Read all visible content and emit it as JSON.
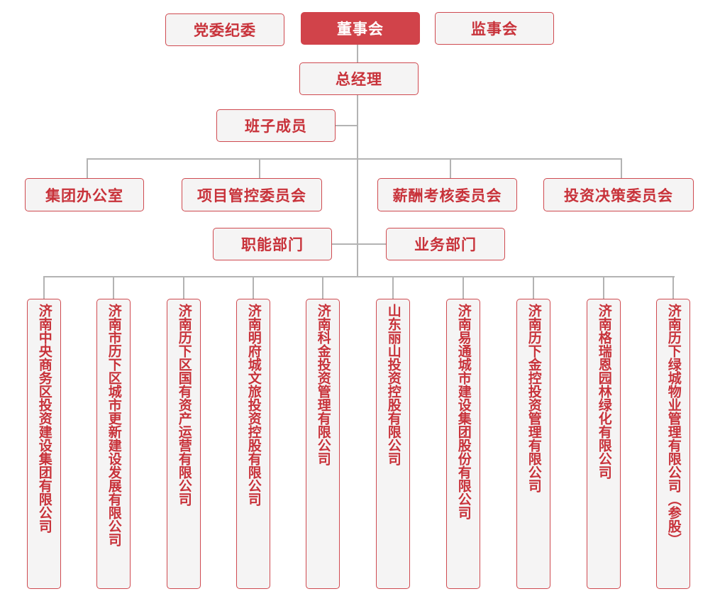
{
  "colors": {
    "accent": "#d1434a",
    "text": "#c8323a",
    "box_bg": "#f5f4f4",
    "connector": "#b3b3b3"
  },
  "top": {
    "party": "党委纪委",
    "board": "董事会",
    "supervisory": "监事会"
  },
  "gm": "总经理",
  "team": "班子成员",
  "committees": [
    "集团办公室",
    "项目管控委员会",
    "薪酬考核委员会",
    "投资决策委员会"
  ],
  "departments": {
    "functional": "职能部门",
    "business": "业务部门"
  },
  "companies": [
    "济南中央商务区投资建设集团有限公司",
    "济南市历下区城市更新建设发展有限公司",
    "济南历下区国有资产运营有限公司",
    "济南明府城文旅投资控股有限公司",
    "济南科金投资管理有限公司",
    "山东丽山投资控股有限公司",
    "济南易通城市建设集团股份有限公司",
    "济南历下金控投资管理有限公司",
    "济南格瑞恩园林绿化有限公司",
    "济南历下绿城物业管理有限公司（参股）"
  ]
}
